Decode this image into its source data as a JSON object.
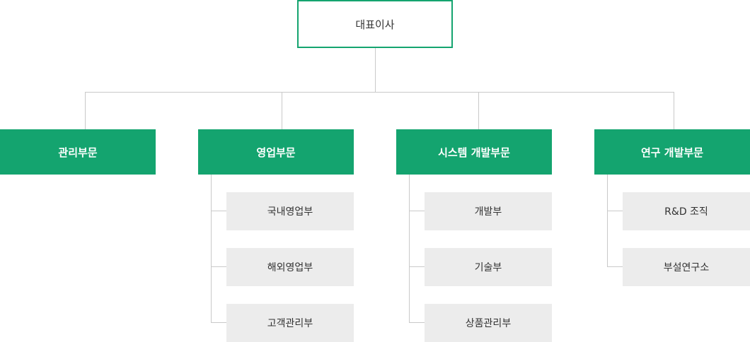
{
  "ceo": "대표이사",
  "divisions": [
    {
      "name": "관리부문",
      "subs": []
    },
    {
      "name": "영업부문",
      "subs": [
        "국내영업부",
        "해외영업부",
        "고객관리부"
      ]
    },
    {
      "name": "시스템 개발부문",
      "subs": [
        "개발부",
        "기술부",
        "상품관리부"
      ]
    },
    {
      "name": "연구 개발부문",
      "subs": [
        "R&D 조직",
        "부설연구소"
      ]
    }
  ],
  "colors": {
    "accent": "#14a46f",
    "line": "#c9c9c9",
    "sub_bg": "#ececec"
  }
}
